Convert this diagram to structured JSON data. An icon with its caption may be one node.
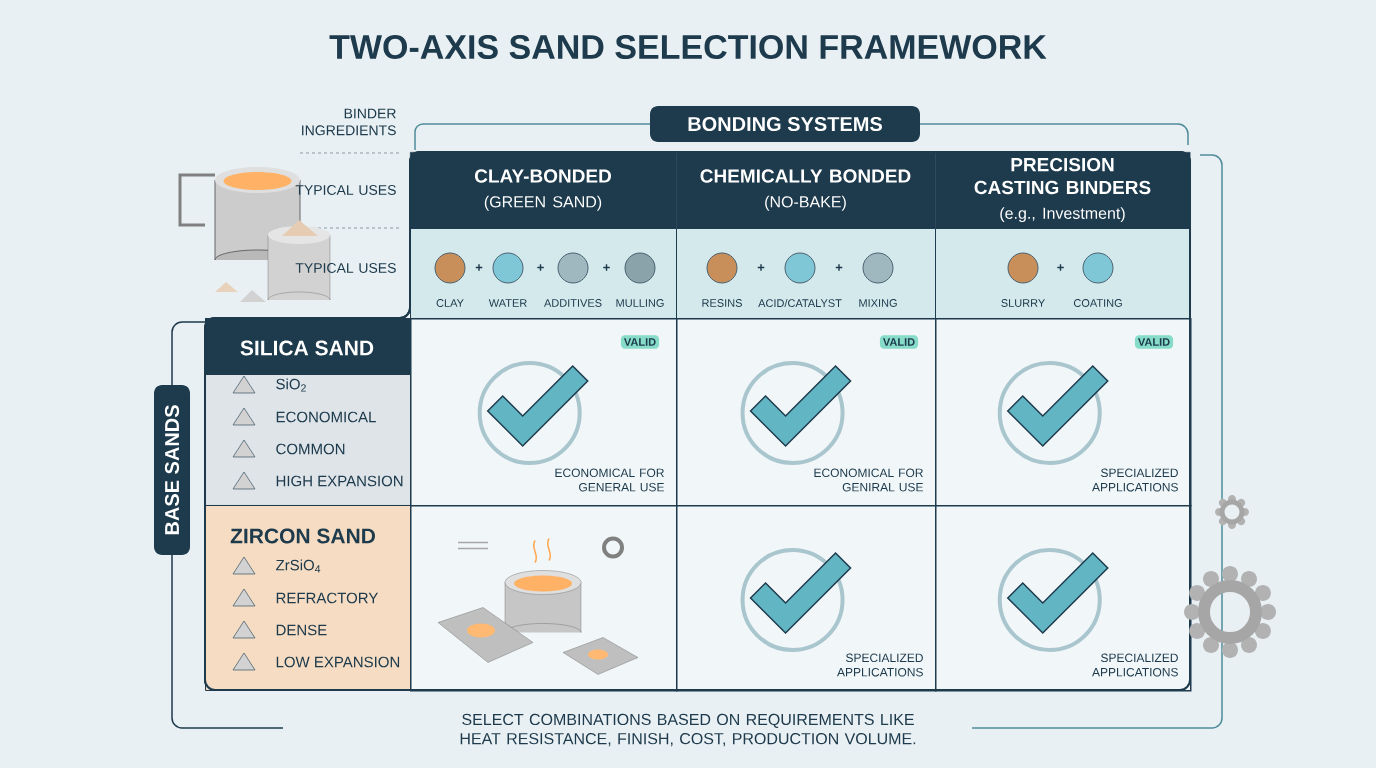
{
  "diagram": {
    "title": "TWO-AXIS SAND SELECTION FRAMEWORK",
    "caption": "SELECT COMBINATIONS BASED ON REQUIREMENTS LIKE HEAT RESISTANCE, FINISH, COST, PRODUCTION VOLUME.",
    "nodes": [
      {
        "text": [
          "BONDING SYSTEMS"
        ]
      },
      {
        "text": [
          "BASE SANDS"
        ]
      },
      {
        "text": [
          "CLAY-BONDED",
          "(GREEN SAND)"
        ]
      },
      {
        "text": [
          "CHEMICALLY BONDED",
          "(NO-BAKE)"
        ]
      },
      {
        "text": [
          "PRECISION CASTING BINDERS",
          "(e.g., Investment)"
        ]
      },
      {
        "text": [
          "CLAY",
          "WATER",
          "ADDITIVES",
          "MULLING"
        ]
      },
      {
        "text": [
          "RESINS",
          "ACID/CATALYST",
          "MIXING"
        ]
      },
      {
        "text": [
          "SLURRY",
          "COATING"
        ]
      },
      {
        "text": [
          "SILICA SAND",
          "SiO$_{2}$",
          "ECONOMICAL",
          "COMMON",
          "HIGH EXPANSION"
        ]
      },
      {
        "text": [
          "ZIRCON SAND",
          "ZrSiO$_{4}$",
          "REFRACTORY",
          "DENSE",
          "LOW EXPANSION"
        ]
      },
      {
        "text": [
          "VALID",
          "ECONOMICAL FOR GENERAL USE"
        ]
      },
      {
        "text": [
          "VALID",
          "ECONOMICAL FOR GENIRAL USE"
        ]
      },
      {
        "text": [
          "VALID",
          "SPECIALIZED APPLICATIONS"
        ]
      },
      {
        "text": [],
        "shape": "picture"
      },
      {
        "text": [
          "SPECIALIZED APPLICATIONS"
        ]
      },
      {
        "text": [
          "SPECIALIZED APPLICATIONS"
        ]
      }
    ],
    "labels": [
      "BINDER INGREDIENTS",
      "TYPICAL USES",
      "TYPICAL USES",
      "+",
      "+",
      "+",
      "+",
      "+",
      "+"
    ]
  }
}
